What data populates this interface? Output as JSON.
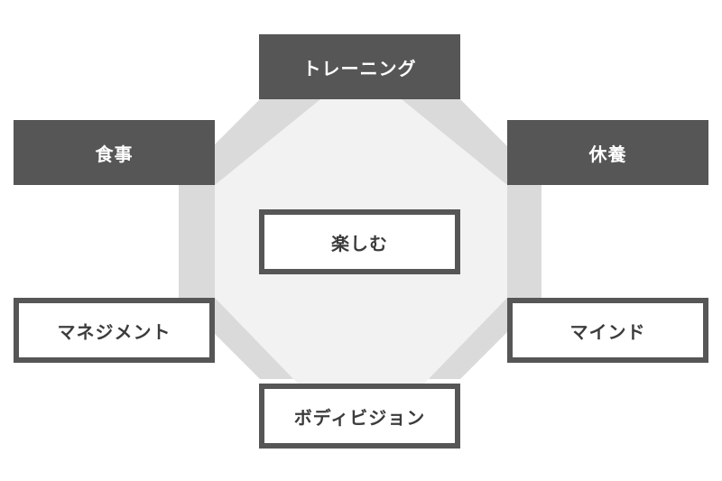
{
  "diagram": {
    "nodes": {
      "top": "トレーニング",
      "left_upper": "食事",
      "right_upper": "休養",
      "center": "楽しむ",
      "left_lower": "マネジメント",
      "right_lower": "マインド",
      "bottom": "ボディビジョン"
    },
    "colors": {
      "dark_box": "#565656",
      "outer_ring": "#dadada",
      "inner_octagon": "#f2f2f2",
      "light_text": "#3c3c3c"
    }
  }
}
